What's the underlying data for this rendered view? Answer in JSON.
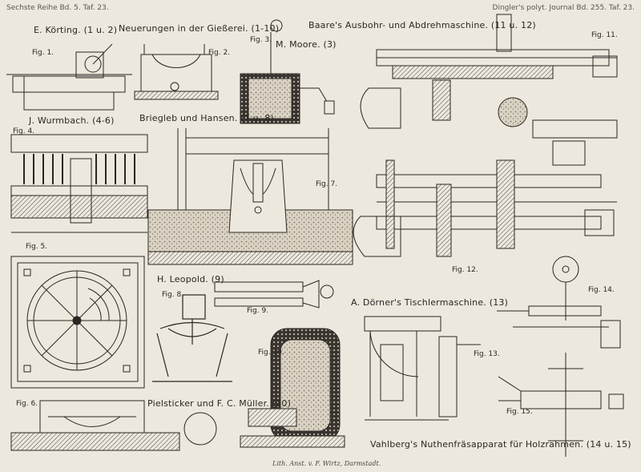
{
  "plate": {
    "series_label": "Sechste Reihe Bd. 5. Taf. 23.",
    "journal_label": "Dingler's polyt. Journal Bd. 255. Taf. 23.",
    "imprint": "Lith. Anst. v. F. Wirtz, Darmstadt."
  },
  "captions": {
    "korting": "E. Körting. (1 u. 2)",
    "neuerungen": "Neuerungen in der Gießerei. (1-10)",
    "baare": "Baare's Ausbohr- und Abdrehmaschine. (11 u. 12)",
    "moore": "M. Moore. (3)",
    "wurmbach": "J. Wurmbach. (4-6)",
    "briegleb": "Briegleb und Hansen. (7 u. 8)",
    "leopold": "H. Leopold. (9)",
    "dorner": "A. Dörner's Tischlermaschine. (13)",
    "pielsticker": "Pielsticker und F. C. Müller. (10)",
    "vahlberg": "Vahlberg's Nuthenfräsapparat für Holzrahmen. (14 u. 15)"
  },
  "figures": {
    "fig1": "Fig. 1.",
    "fig2": "Fig. 2.",
    "fig3": "Fig. 3.",
    "fig4": "Fig. 4.",
    "fig5": "Fig. 5.",
    "fig6": "Fig. 6.",
    "fig7": "Fig. 7.",
    "fig8": "Fig. 8.",
    "fig9": "Fig. 9.",
    "fig10": "Fig. 10.",
    "fig11": "Fig. 11.",
    "fig12": "Fig. 12.",
    "fig13": "Fig. 13.",
    "fig14": "Fig. 14.",
    "fig15": "Fig. 15."
  }
}
